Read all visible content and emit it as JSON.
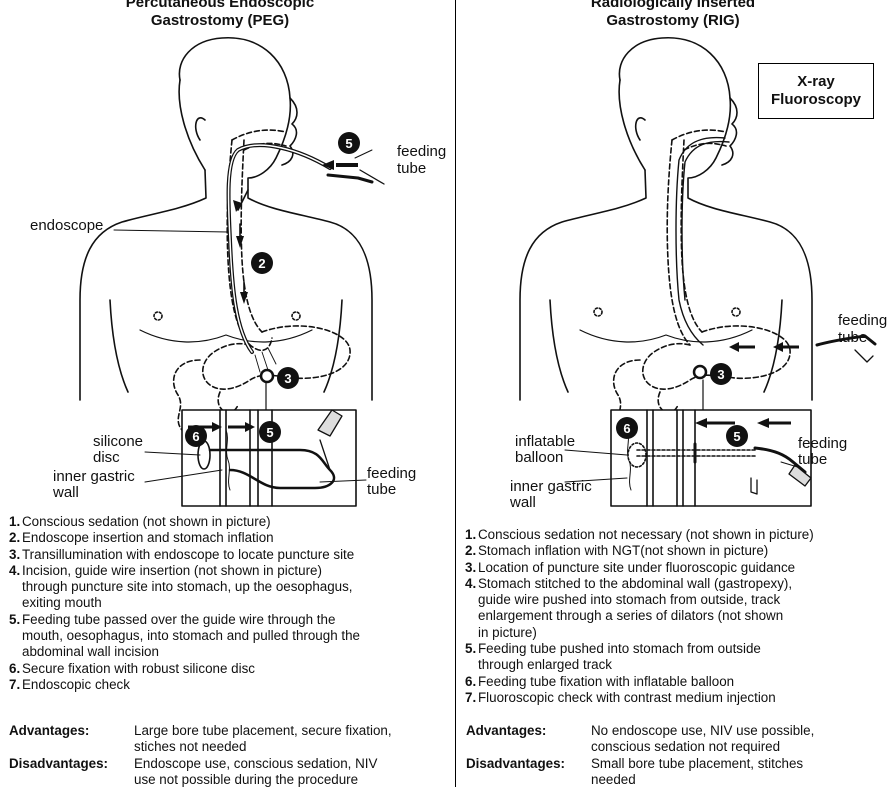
{
  "left": {
    "title_line1": "Percutaneous Endoscopic",
    "title_line2": "Gastrostomy (PEG)",
    "labels": {
      "endoscope": "endoscope",
      "feeding_tube_top_1": "feeding",
      "feeding_tube_top_2": "tube",
      "silicone_disc_1": "silicone",
      "silicone_disc_2": "disc",
      "inner_gastric_wall_1": "inner gastric",
      "inner_gastric_wall_2": "wall",
      "feeding_tube_bottom_1": "feeding",
      "feeding_tube_bottom_2": "tube"
    },
    "markers": [
      "5",
      "2",
      "3",
      "6",
      "5"
    ],
    "steps": [
      {
        "n": "1.",
        "lines": [
          "Conscious sedation (not shown in picture)"
        ]
      },
      {
        "n": "2.",
        "lines": [
          "Endoscope insertion and stomach inflation"
        ]
      },
      {
        "n": "3.",
        "lines": [
          "Transillumination with endoscope to locate puncture site"
        ]
      },
      {
        "n": "4.",
        "lines": [
          "Incision, guide wire insertion (not shown in picture)",
          "through puncture site into stomach, up the oesophagus,",
          "exiting mouth"
        ]
      },
      {
        "n": "5.",
        "lines": [
          "Feeding tube passed over the guide wire through the",
          "mouth, oesophagus, into stomach and pulled through the",
          "abdominal wall incision"
        ]
      },
      {
        "n": "6.",
        "lines": [
          "Secure fixation with robust silicone disc"
        ]
      },
      {
        "n": "7.",
        "lines": [
          "Endoscopic check"
        ]
      }
    ],
    "advantages_label": "Advantages:",
    "advantages_text": "Large bore tube placement, secure fixation,\nstiches not needed",
    "disadvantages_label": "Disadvantages:",
    "disadvantages_text": "Endoscope use, conscious sedation, NIV\nuse not possible during the procedure"
  },
  "right": {
    "title_line1": "Radiologically Inserted",
    "title_line2": "Gastrostomy (RIG)",
    "xray_line1": "X-ray",
    "xray_line2": "Fluoroscopy",
    "labels": {
      "feeding_tube_top_1": "feeding",
      "feeding_tube_top_2": "tube",
      "inflatable_balloon_1": "inflatable",
      "inflatable_balloon_2": "balloon",
      "inner_gastric_wall_1": "inner gastric",
      "inner_gastric_wall_2": "wall",
      "feeding_tube_bottom_1": "feeding",
      "feeding_tube_bottom_2": "tube"
    },
    "markers": [
      "3",
      "6",
      "5"
    ],
    "steps": [
      {
        "n": "1.",
        "lines": [
          "Conscious sedation not necessary (not shown in picture)"
        ]
      },
      {
        "n": "2.",
        "lines": [
          "Stomach inflation with NGT(not shown in picture)"
        ]
      },
      {
        "n": "3.",
        "lines": [
          "Location of puncture site under fluoroscopic guidance"
        ]
      },
      {
        "n": "4.",
        "lines": [
          "Stomach stitched to the abdominal wall (gastropexy),",
          "guide wire pushed into stomach from outside, track",
          "enlargement through a series of dilators (not shown",
          "in picture)"
        ]
      },
      {
        "n": "5.",
        "lines": [
          "Feeding tube pushed into stomach from outside",
          "through enlarged track"
        ]
      },
      {
        "n": "6.",
        "lines": [
          "Feeding tube fixation with inflatable balloon"
        ]
      },
      {
        "n": "7.",
        "lines": [
          "Fluoroscopic check with contrast medium injection"
        ]
      }
    ],
    "advantages_label": "Advantages:",
    "advantages_text": "No endoscope use, NIV use possible,\nconscious sedation not required",
    "disadvantages_label": "Disadvantages:",
    "disadvantages_text": "Small bore tube placement, stitches\nneeded"
  }
}
